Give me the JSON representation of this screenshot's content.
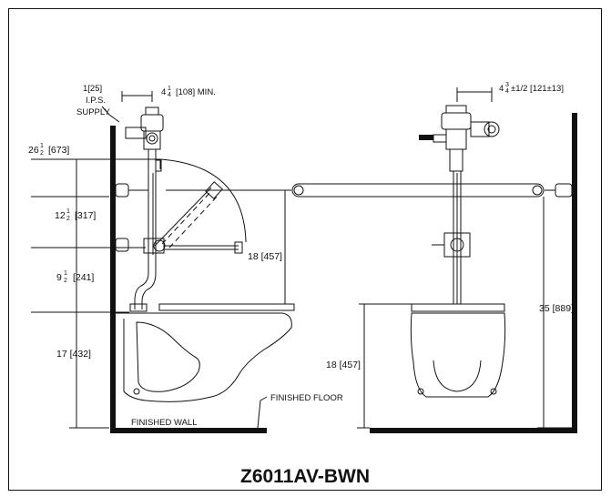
{
  "model": "Z6011AV-BWN",
  "side_view": {
    "supply_offset": "1[25]",
    "supply_label_line1": "I.P.S.",
    "supply_label_line2": "SUPPLY",
    "min_offset_whole": "4",
    "min_offset_rest": "[108] MIN.",
    "total_height_whole": "26",
    "total_height_rest": "[673]",
    "upper_height_whole": "12",
    "upper_height_rest": "[317]",
    "lower_height_whole": "9",
    "lower_height_rest": "[241]",
    "rim_height": "17 [432]",
    "seat_height": "18 [457]",
    "finished_wall": "FINISHED WALL",
    "finished_floor": "FINISHED FLOOR"
  },
  "front_view": {
    "offset_whole": "4",
    "offset_rest": "±1/2 [121±13]",
    "bowl_height": "18 [457]",
    "bar_height": "35 [889]"
  },
  "fractions": {
    "half_num": "1",
    "half_den": "2",
    "quarter_num": "1",
    "quarter_den": "4",
    "threequarter_num": "3",
    "threequarter_den": "4"
  }
}
